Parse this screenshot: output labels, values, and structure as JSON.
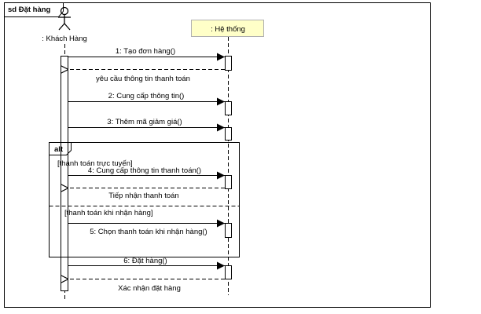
{
  "frame": {
    "title": "sd Đặt hàng"
  },
  "lifelines": {
    "actor": {
      "label": ": Khách Hàng"
    },
    "system": {
      "label": ": Hệ thống"
    }
  },
  "messages": [
    {
      "label": "1: Tạo đơn hàng()",
      "kind": "call"
    },
    {
      "label": "yêu cầu thông tin thanh toán",
      "kind": "return"
    },
    {
      "label": "2: Cung cấp thông tin()",
      "kind": "call"
    },
    {
      "label": "3: Thêm mã giảm giá()",
      "kind": "call"
    },
    {
      "label": "4: Cung cấp thông tin thanh toán()",
      "kind": "call"
    },
    {
      "label": "Tiếp nhận thanh toán",
      "kind": "return"
    },
    {
      "label": "5: Chọn thanh toán khi nhận hàng()",
      "kind": "call"
    },
    {
      "label": "6: Đặt hàng()",
      "kind": "call"
    },
    {
      "label": "Xác nhận đặt hàng",
      "kind": "return"
    }
  ],
  "fragment": {
    "operator": "alt",
    "guards": [
      "[thanh toán trực tuyến]",
      "[thanh toán khi nhận hàng]"
    ]
  },
  "colors": {
    "system_box_fill": "#ffffc8",
    "system_box_border": "#b0b0b0",
    "line": "#000000"
  }
}
